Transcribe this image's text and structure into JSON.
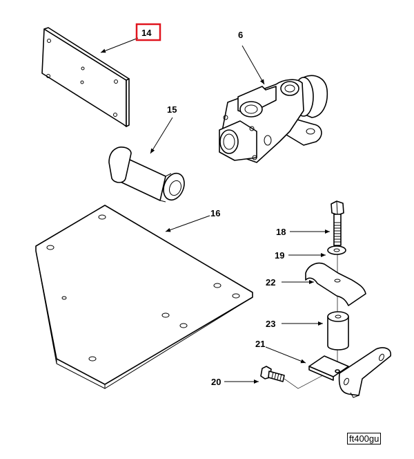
{
  "diagram": {
    "figure_id": "ft400gu",
    "highlight_color": "#e0141e",
    "callouts": [
      {
        "id": "14",
        "label": "14",
        "part": "mounting-plate",
        "highlighted": true
      },
      {
        "id": "6",
        "label": "6",
        "part": "valve-body",
        "highlighted": false
      },
      {
        "id": "15",
        "label": "15",
        "part": "spacer-bushing",
        "highlighted": false
      },
      {
        "id": "16",
        "label": "16",
        "part": "base-plate",
        "highlighted": false
      },
      {
        "id": "18",
        "label": "18",
        "part": "hex-bolt",
        "highlighted": false
      },
      {
        "id": "19",
        "label": "19",
        "part": "washer",
        "highlighted": false
      },
      {
        "id": "22",
        "label": "22",
        "part": "saddle-clamp",
        "highlighted": false
      },
      {
        "id": "23",
        "label": "23",
        "part": "spacer-sleeve",
        "highlighted": false
      },
      {
        "id": "21",
        "label": "21",
        "part": "bracket",
        "highlighted": false
      },
      {
        "id": "20",
        "label": "20",
        "part": "cap-screw",
        "highlighted": false
      }
    ]
  }
}
